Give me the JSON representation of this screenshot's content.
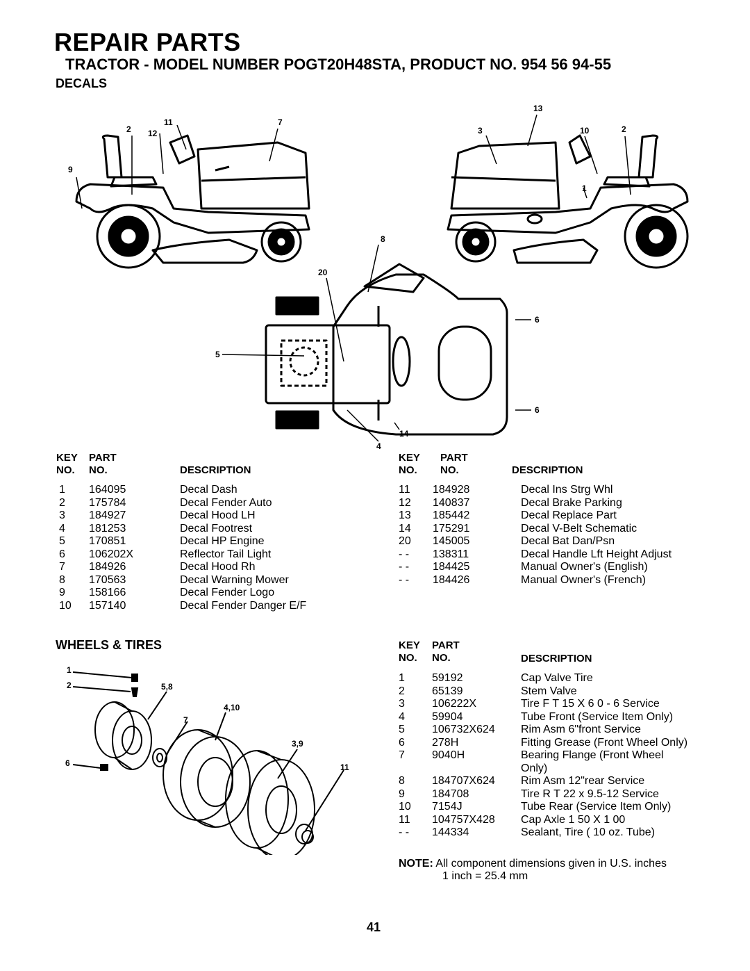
{
  "header": {
    "title": "REPAIR PARTS",
    "subtitle": "TRACTOR - MODEL NUMBER POGT20H48STA, PRODUCT NO. 954 56 94-55"
  },
  "decals": {
    "section_title": "DECALS",
    "diagram_callouts": [
      "13",
      "2",
      "11",
      "7",
      "12",
      "3",
      "10",
      "2",
      "9",
      "1",
      "8",
      "20",
      "6",
      "5",
      "6",
      "14",
      "4"
    ],
    "col_headers": {
      "key1": "KEY",
      "key2": "NO.",
      "part1": "PART",
      "part2": "NO.",
      "desc": "DESCRIPTION"
    },
    "left_rows": [
      {
        "key": "1",
        "part": "164095",
        "desc": "Decal Dash"
      },
      {
        "key": "2",
        "part": "175784",
        "desc": "Decal Fender Auto"
      },
      {
        "key": "3",
        "part": "184927",
        "desc": "Decal Hood LH"
      },
      {
        "key": "4",
        "part": "181253",
        "desc": "Decal Footrest"
      },
      {
        "key": "5",
        "part": "170851",
        "desc": "Decal HP Engine"
      },
      {
        "key": "6",
        "part": "106202X",
        "desc": "Reflector Tail Light"
      },
      {
        "key": "7",
        "part": "184926",
        "desc": "Decal Hood Rh"
      },
      {
        "key": "8",
        "part": "170563",
        "desc": "Decal Warning Mower"
      },
      {
        "key": "9",
        "part": "158166",
        "desc": "Decal Fender Logo"
      },
      {
        "key": "10",
        "part": "157140",
        "desc": "Decal Fender Danger E/F"
      }
    ],
    "right_rows": [
      {
        "key": "11",
        "part": "184928",
        "desc": "Decal Ins Strg Whl"
      },
      {
        "key": "12",
        "part": "140837",
        "desc": "Decal Brake Parking"
      },
      {
        "key": "13",
        "part": "185442",
        "desc": "Decal Replace Part"
      },
      {
        "key": "14",
        "part": "175291",
        "desc": "Decal V-Belt Schematic"
      },
      {
        "key": "20",
        "part": "145005",
        "desc": "Decal Bat Dan/Psn"
      },
      {
        "key": "- -",
        "part": "138311",
        "desc": "Decal Handle Lft Height Adjust"
      },
      {
        "key": "- -",
        "part": "184425",
        "desc": "Manual Owner's (English)"
      },
      {
        "key": "- -",
        "part": "184426",
        "desc": "Manual Owner's (French)"
      }
    ]
  },
  "wheels": {
    "section_title": "WHEELS & TIRES",
    "diagram_callouts": [
      "1",
      "2",
      "5,8",
      "4,10",
      "7",
      "3,9",
      "6",
      "11"
    ],
    "rows": [
      {
        "key": "1",
        "part": "59192",
        "desc": "Cap Valve Tire"
      },
      {
        "key": "2",
        "part": "65139",
        "desc": "Stem Valve"
      },
      {
        "key": "3",
        "part": "106222X",
        "desc": "Tire F T 15 X 6 0 - 6 Service"
      },
      {
        "key": "4",
        "part": "59904",
        "desc": "Tube Front (Service Item Only)"
      },
      {
        "key": "5",
        "part": "106732X624",
        "desc": "Rim Asm 6\"front Service"
      },
      {
        "key": "6",
        "part": "278H",
        "desc": "Fitting Grease (Front Wheel Only)"
      },
      {
        "key": "7",
        "part": "9040H",
        "desc": "Bearing Flange (Front Wheel"
      },
      {
        "key": "",
        "part": "",
        "desc": "Only)"
      },
      {
        "key": "8",
        "part": "184707X624",
        "desc": "Rim Asm 12\"rear Service"
      },
      {
        "key": "9",
        "part": "184708",
        "desc": "Tire R T 22 x 9.5-12 Service"
      },
      {
        "key": "10",
        "part": "7154J",
        "desc": "Tube Rear (Service Item Only)"
      },
      {
        "key": "11",
        "part": "104757X428",
        "desc": "Cap Axle 1 50 X 1 00"
      },
      {
        "key": "- -",
        "part": "144334",
        "desc": "Sealant, Tire ( 10 oz. Tube)"
      }
    ],
    "note_label": "NOTE:",
    "note_line1": "All component dimensions given in U.S. inches",
    "note_line2": "1 inch = 25.4 mm"
  },
  "page_number": "41"
}
